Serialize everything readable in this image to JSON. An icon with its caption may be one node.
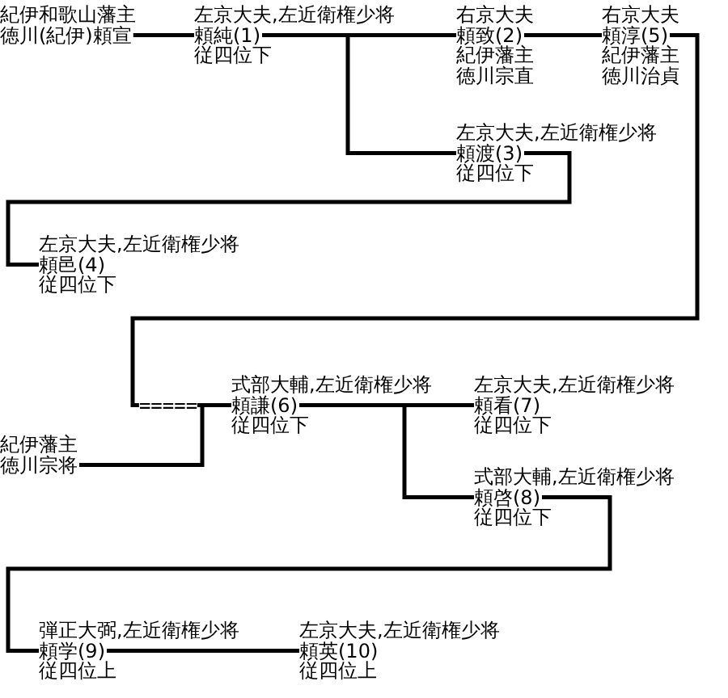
{
  "diagram": {
    "nodes": [
      {
        "text": [
          "紀伊和歌山藩主",
          "徳川(紀伊)頼宣"
        ]
      },
      {
        "text": [
          "左京大夫,左近衛権少将",
          "頼純(1)",
          "従四位下"
        ]
      },
      {
        "text": [
          "右京大夫",
          "頼致(2)",
          "紀伊藩主",
          "徳川宗直"
        ]
      },
      {
        "text": [
          "右京大夫",
          "頼淳(5)",
          "紀伊藩主",
          "徳川治貞"
        ]
      },
      {
        "text": [
          "左京大夫,左近衛権少将",
          "頼渡(3)",
          "従四位下"
        ]
      },
      {
        "text": [
          "左京大夫,左近衛権少将",
          "頼邑(4)",
          "従四位下"
        ]
      },
      {
        "text": [
          "式部大輔,左近衛権少将",
          "頼謙(6)",
          "従四位下"
        ]
      },
      {
        "text": [
          "紀伊藩主",
          "徳川宗将"
        ]
      },
      {
        "text": [
          "左京大夫,左近衛権少将",
          "頼看(7)",
          "従四位下"
        ]
      },
      {
        "text": [
          "式部大輔,左近衛権少将",
          "頼啓(8)",
          "従四位下"
        ]
      },
      {
        "text": [
          "弾正大弼,左近衛権少将",
          "頼学(9)",
          "従四位上"
        ]
      },
      {
        "text": [
          "左京大夫,左近衛権少将",
          "頼英(10)",
          "従四位上"
        ]
      }
    ],
    "edges": [
      {
        "from": 0,
        "to": 1,
        "arrow": "none"
      },
      {
        "from": 1,
        "to": 2,
        "arrow": "none"
      },
      {
        "from": 1,
        "to": 4,
        "arrow": "none"
      },
      {
        "from": 2,
        "to": 3,
        "arrow": "none"
      },
      {
        "from": 4,
        "to": 5,
        "arrow": "none"
      },
      {
        "from": 3,
        "to": 6,
        "arrow": "none",
        "label": "====="
      },
      {
        "from": 7,
        "to": 6,
        "arrow": "none"
      },
      {
        "from": 6,
        "to": 8,
        "arrow": "none"
      },
      {
        "from": 6,
        "to": 9,
        "arrow": "none"
      },
      {
        "from": 9,
        "to": 10,
        "arrow": "none"
      },
      {
        "from": 10,
        "to": 11,
        "arrow": "none"
      }
    ]
  }
}
